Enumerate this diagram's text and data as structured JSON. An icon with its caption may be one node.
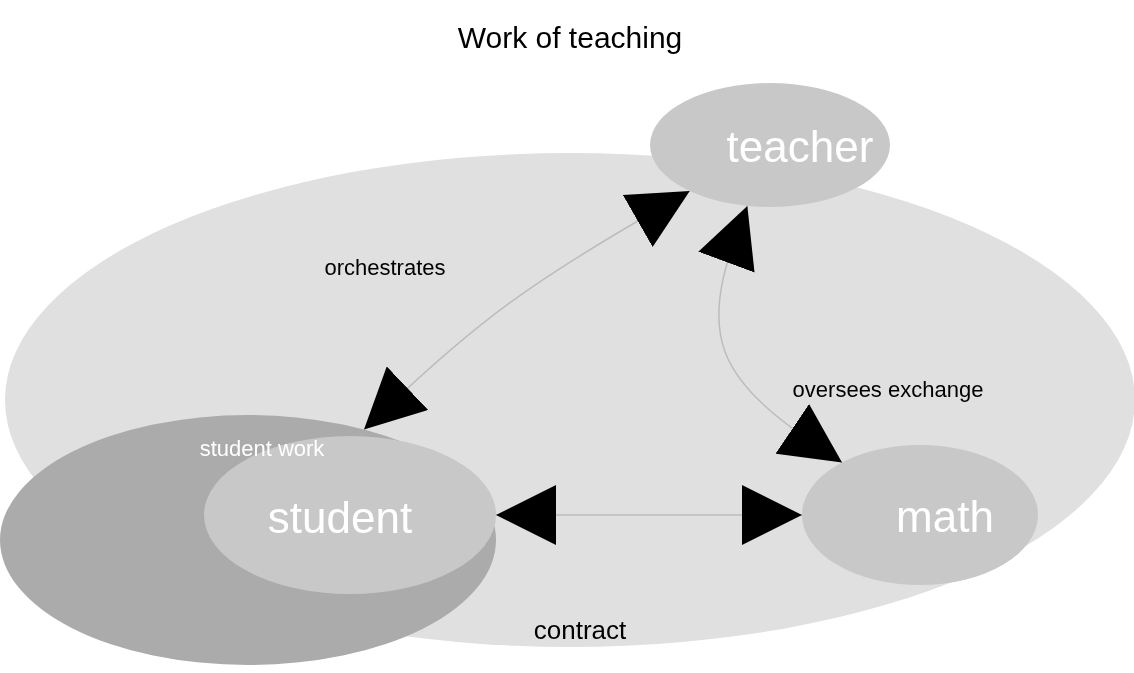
{
  "diagram": {
    "title": "Work of teaching",
    "nodes": [
      {
        "text": [],
        "shape": "ellipse"
      },
      {
        "text": [
          "teacher"
        ]
      },
      {
        "text": [
          "student work"
        ]
      },
      {
        "text": [
          "student"
        ],
        "in": 2
      },
      {
        "text": [
          "math"
        ],
        "in": 0
      }
    ],
    "edges": [
      {
        "from": 1,
        "to": 2,
        "arrow": "both"
      },
      {
        "from": 1,
        "to": 4,
        "arrow": "both"
      },
      {
        "from": 3,
        "to": 4,
        "arrow": "both"
      }
    ],
    "labels": [
      "orchestrates",
      "oversees exchange",
      "contract"
    ]
  }
}
